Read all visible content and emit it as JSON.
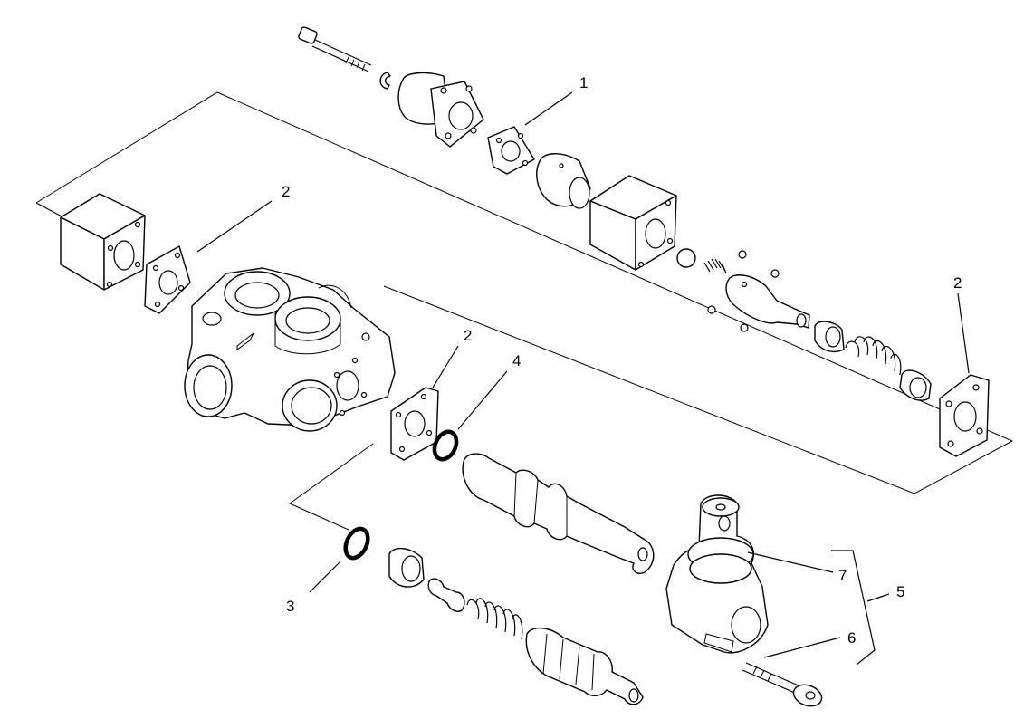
{
  "callouts": {
    "c1": "1",
    "c2a": "2",
    "c2b": "2",
    "c2c": "2",
    "c3": "3",
    "c4": "4",
    "c5": "5",
    "c6": "6",
    "c7": "7"
  }
}
